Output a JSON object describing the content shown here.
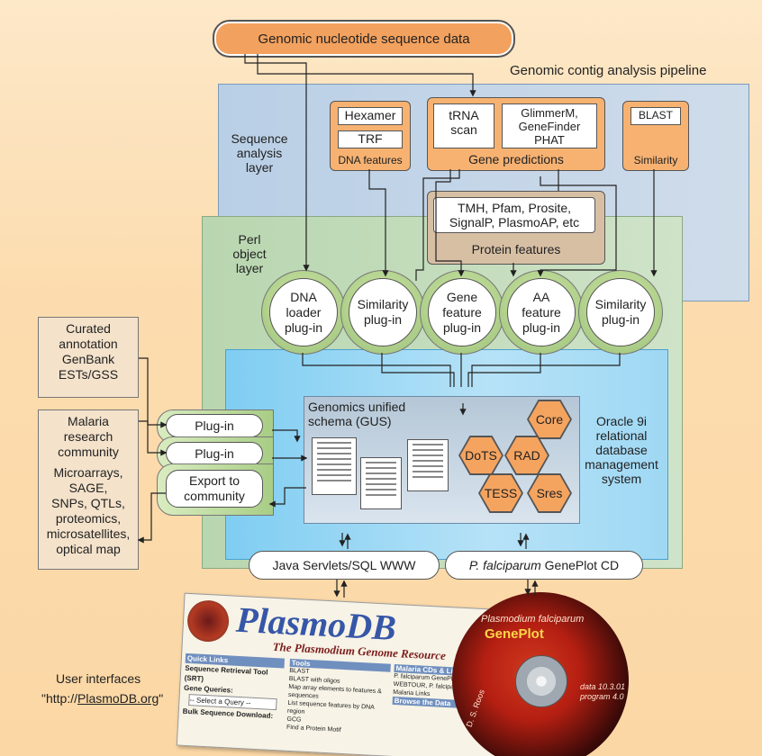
{
  "top_source": "Genomic nucleotide sequence data",
  "pipeline_label": "Genomic contig analysis pipeline",
  "sequence_layer_label": [
    "Sequence",
    "analysis",
    "layer"
  ],
  "perl_layer_label": [
    "Perl",
    "object",
    "layer"
  ],
  "dna_features": {
    "items": [
      "Hexamer",
      "TRF"
    ],
    "caption": "DNA features"
  },
  "gene_predictions": {
    "left": [
      "tRNA",
      "scan"
    ],
    "right": [
      "GlimmerM,",
      "GeneFinder",
      "PHAT"
    ],
    "caption": "Gene predictions"
  },
  "similarity_box": {
    "item": "BLAST",
    "caption": "Similarity"
  },
  "protein_features": {
    "lines": [
      "TMH, Pfam, Prosite,",
      "SignalP, PlasmoAP, etc"
    ],
    "caption": "Protein features"
  },
  "plugins": [
    [
      "DNA",
      "loader",
      "plug-in"
    ],
    [
      "Similarity",
      "plug-in"
    ],
    [
      "Gene",
      "feature",
      "plug-in"
    ],
    [
      "AA",
      "feature",
      "plug-in"
    ],
    [
      "Similarity",
      "plug-in"
    ]
  ],
  "left_sources": {
    "curated": [
      "Curated",
      "annotation",
      "GenBank",
      "ESTs/GSS"
    ],
    "community": [
      "Malaria",
      "research",
      "community",
      "",
      "Microarrays,",
      "SAGE,",
      "SNPs, QTLs,",
      "proteomics,",
      "microsatellites,",
      "optical map"
    ]
  },
  "side_plugins": [
    "Plug-in",
    "Plug-in"
  ],
  "export_label": [
    "Export to",
    "community"
  ],
  "schema_label": [
    "Genomics unified",
    "schema (GUS)"
  ],
  "oracle_label": [
    "Oracle 9i",
    "relational",
    "database",
    "management",
    "system"
  ],
  "hexagons": [
    "Core",
    "DoTS",
    "RAD",
    "TESS",
    "Sres"
  ],
  "interfaces": {
    "servlets": "Java Servlets/SQL WWW",
    "cd_italic": "P. falciparum",
    "cd_rest": " GenePlot CD"
  },
  "user_interfaces": {
    "label": "User interfaces",
    "url_prefix": "\"http://",
    "url_link": "PlasmoDB.org",
    "url_suffix": "\""
  },
  "plasmodb": {
    "logo": "PlasmoDB",
    "tagline": "The Plasmodium Genome Resource",
    "quick_links": "Quick Links",
    "seq_tool": "Sequence Retrieval Tool (SRT)",
    "gene_queries": "Gene Queries:",
    "select_query": "-- Select a Query --",
    "bulk": "Bulk Sequence Download:",
    "tools": "Tools",
    "tools_items": [
      "BLAST",
      "BLAST with oligos",
      "Map array elements to features & sequences",
      "List sequence features by DNA region",
      "GCG",
      "Find a Protein Motif"
    ],
    "cds": "Malaria CDs & Links",
    "cds_items": [
      "P. falciparum GenePlot CD",
      "WEBTOUR, P. falciparum CD",
      "Malaria Links"
    ],
    "browse": "Browse the Data"
  },
  "cd": {
    "line1": "Plasmodium falciparum",
    "line2": "GenePlot",
    "data": "data 10.3.01",
    "program": "program 4.0",
    "credit": "D. S. Roos"
  }
}
